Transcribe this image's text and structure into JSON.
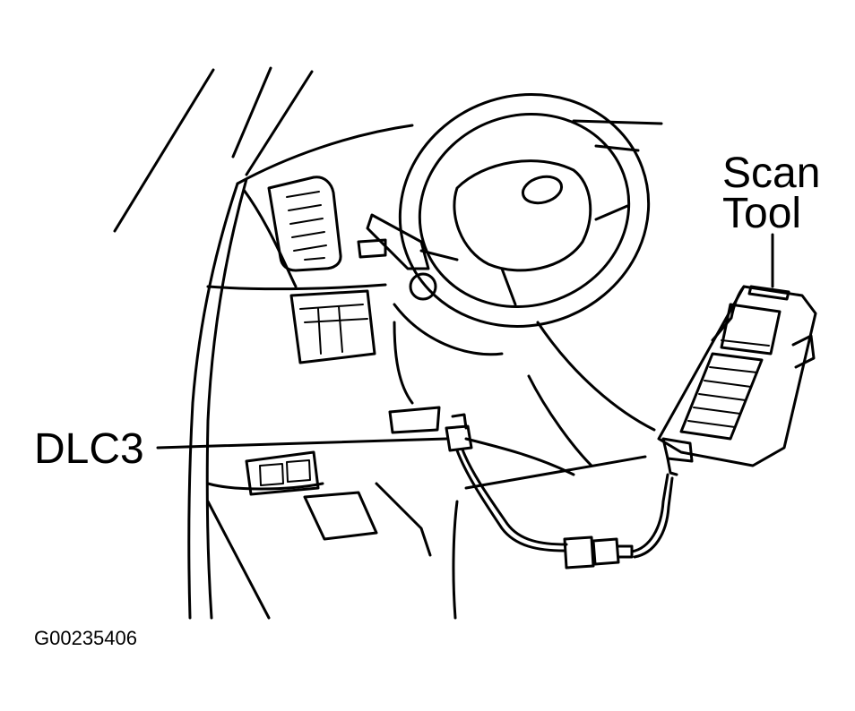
{
  "labels": {
    "scan_tool_line1": "Scan",
    "scan_tool_line2": "Tool",
    "dlc3": "DLC3",
    "figure_id": "G00235406"
  }
}
